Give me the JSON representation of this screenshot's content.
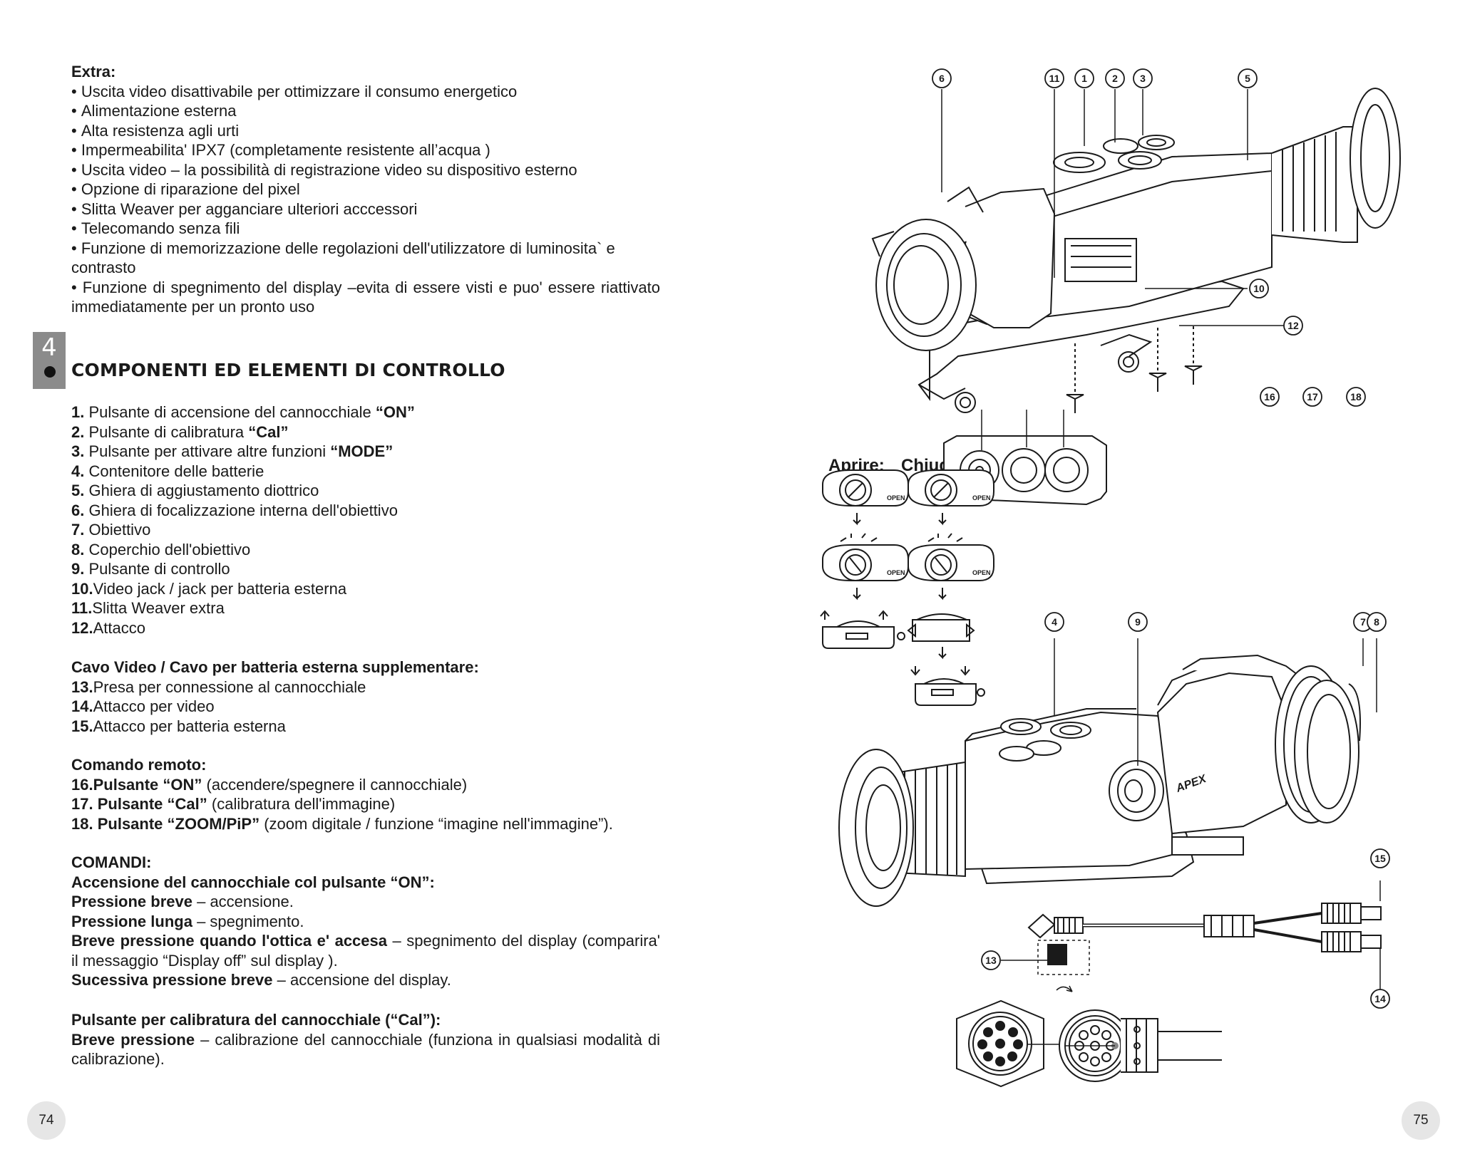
{
  "extra": {
    "title": "Extra:",
    "bullets": [
      "Uscita video disattivabile per ottimizzare il consumo energetico",
      "Alimentazione esterna",
      "Alta resistenza agli urti",
      "Impermeabilita' IPX7 (completamente resistente all’acqua )",
      "Uscita video – la possibilità di registrazione video su dispositivo esterno",
      "Opzione di riparazione del pixel",
      "Slitta Weaver per agganciare ulteriori acccessori",
      "Telecomando senza fili",
      "Funzione di memorizzazione delle regolazioni dell'utilizzatore di luminosita` e contrasto",
      "Funzione di spegnimento del display –evita di essere visti e puo' essere riattivato immediatamente per un pronto uso"
    ]
  },
  "section": {
    "number": "4",
    "title": "COMPONENTI ED ELEMENTI DI CONTROLLO"
  },
  "components": [
    {
      "num": "1.",
      "text": "Pulsante di accensione del cannocchiale ",
      "bold": "“ON”"
    },
    {
      "num": "2.",
      "text": "Pulsante di calibratura ",
      "bold": "“Cal”"
    },
    {
      "num": "3.",
      "text": "Pulsante per attivare altre funzioni ",
      "bold": "“MODE”"
    },
    {
      "num": "4.",
      "text": "Contenitore delle batterie",
      "bold": ""
    },
    {
      "num": "5.",
      "text": "Ghiera di aggiustamento diottrico",
      "bold": ""
    },
    {
      "num": "6.",
      "text": "Ghiera di focalizzazione interna dell'obiettivo",
      "bold": ""
    },
    {
      "num": "7.",
      "text": "Obiettivo",
      "bold": ""
    },
    {
      "num": "8.",
      "text": "Coperchio dell'obiettivo",
      "bold": ""
    },
    {
      "num": "9.",
      "text": "Pulsante di controllo",
      "bold": ""
    },
    {
      "num": "10.",
      "text": "Video jack / jack per batteria esterna",
      "bold": ""
    },
    {
      "num": "11.",
      "text": "Slitta Weaver extra",
      "bold": ""
    },
    {
      "num": "12.",
      "text": "Attacco",
      "bold": ""
    }
  ],
  "cable": {
    "title": "Cavo Video / Cavo per batteria esterna supplementare:",
    "items": [
      {
        "num": "13.",
        "text": "Presa per connessione al cannocchiale"
      },
      {
        "num": "14.",
        "text": "Attacco per video"
      },
      {
        "num": "15.",
        "text": "Attacco per batteria esterna"
      }
    ]
  },
  "remote": {
    "title": "Comando remoto:",
    "items": [
      {
        "num": "16.",
        "bold": "Pulsante “ON”",
        "text": " (accendere/spegnere il cannocchiale)"
      },
      {
        "num": "17.",
        "bold": "Pulsante “Cal”",
        "text": " (calibratura dell'immagine)"
      },
      {
        "num": "18.",
        "bold": "Pulsante “ZOOM/PiP”",
        "text": " (zoom digitale / funzione “imagine nell'immagine”)."
      }
    ]
  },
  "commands": {
    "title": "COMANDI:",
    "on_title": "Accensione del cannocchiale col pulsante “ON”:",
    "short_label": "Pressione breve",
    "short_text": " – accensione.",
    "long_label": "Pressione lunga",
    "long_text": " – spegnimento.",
    "brief_on_label": "Breve pressione quando l'ottica e' accesa",
    "brief_on_text": " – spegnimento del display (comparira' il messaggio “Display off” sul display ).",
    "next_label": "Sucessiva pressione breve",
    "next_text": " – accensione del display.",
    "cal_title": "Pulsante per calibratura del cannocchiale (“Cal”):",
    "cal_label": "Breve pressione",
    "cal_text": " – calibrazione del cannocchiale (funziona in qualsiasi modalità di calibrazione)."
  },
  "diagram": {
    "open_label": "Aprire:",
    "close_label": "Chiudere:",
    "open_badge": "OPEN",
    "brand": "APEX",
    "callouts": [
      "1",
      "2",
      "3",
      "4",
      "5",
      "6",
      "7",
      "8",
      "9",
      "10",
      "11",
      "12",
      "13",
      "14",
      "15",
      "16",
      "17",
      "18"
    ]
  },
  "page_numbers": {
    "left": "74",
    "right": "75"
  }
}
